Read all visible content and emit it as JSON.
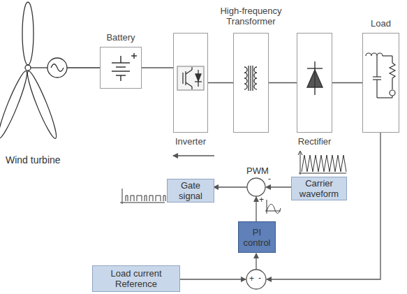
{
  "diagram": {
    "nodes": [
      {
        "text": [
          "Battery"
        ]
      },
      {
        "text": [
          "Inverter"
        ]
      },
      {
        "text": [
          "High-frequency Transformer"
        ]
      },
      {
        "text": [
          "Rectifier"
        ]
      },
      {
        "text": [
          "Load"
        ]
      },
      {
        "text": [
          "Gate signal"
        ]
      },
      {
        "text": [
          "Carrier waveform"
        ]
      },
      {
        "text": [
          "PI control"
        ]
      },
      {
        "text": [
          "Load current Reference"
        ]
      }
    ],
    "edges": [
      {
        "from": 0,
        "to": 1,
        "arrow": "none"
      },
      {
        "from": 1,
        "to": 2,
        "arrow": "none"
      },
      {
        "from": 2,
        "to": 3,
        "arrow": "none"
      },
      {
        "from": 3,
        "to": 4,
        "arrow": "none"
      },
      {
        "from": 5,
        "to": 1,
        "arrow": "to"
      }
    ],
    "labels": [
      "Wind turbine",
      "PWM",
      "-",
      "+",
      "+",
      "-"
    ]
  }
}
